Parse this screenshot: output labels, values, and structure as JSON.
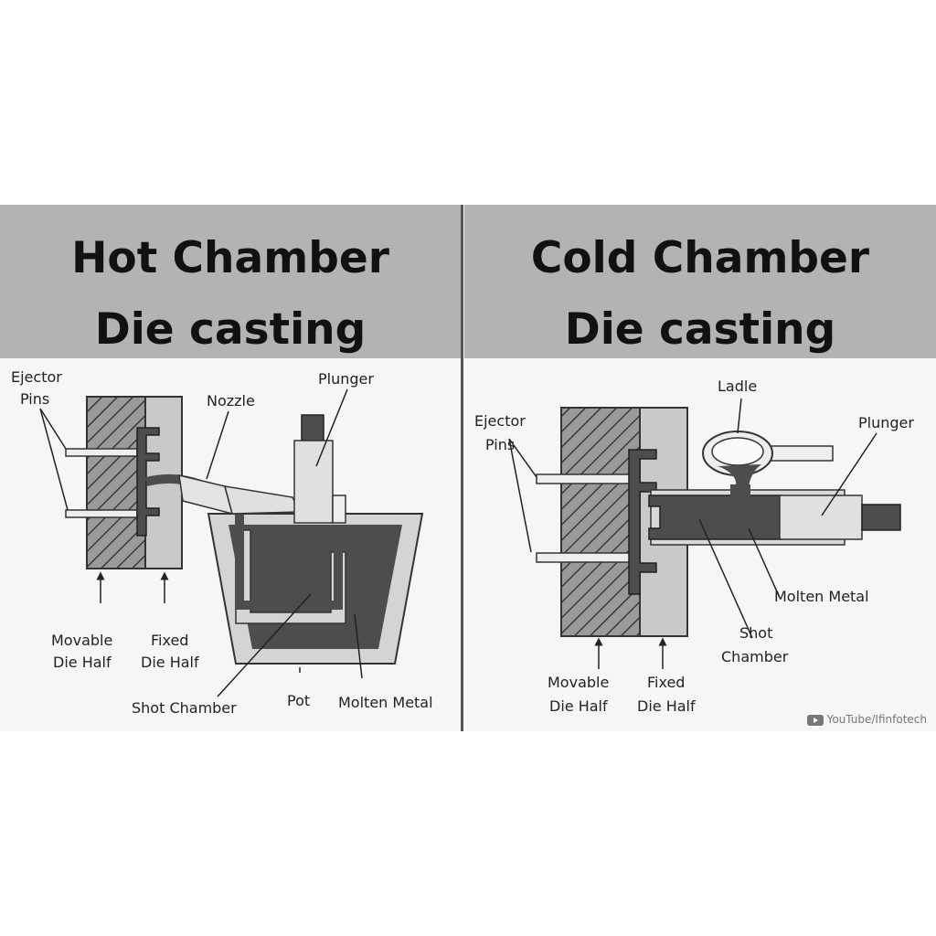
{
  "hot": {
    "title_line1": "Hot Chamber",
    "title_line2": "Die casting",
    "labels": {
      "ejector_1": "Ejector",
      "ejector_2": "Pins",
      "nozzle": "Nozzle",
      "plunger": "Plunger",
      "movable_1": "Movable",
      "movable_2": "Die Half",
      "fixed_1": "Fixed",
      "fixed_2": "Die Half",
      "shot_chamber": "Shot Chamber",
      "pot": "Pot",
      "molten_metal": "Molten Metal"
    }
  },
  "cold": {
    "title_line1": "Cold Chamber",
    "title_line2": "Die casting",
    "labels": {
      "ejector_1": "Ejector",
      "ejector_2": "Pins",
      "ladle": "Ladle",
      "plunger": "Plunger",
      "molten_metal": "Molten Metal",
      "shot_1": "Shot",
      "shot_2": "Chamber",
      "movable_1": "Movable",
      "movable_2": "Die Half",
      "fixed_1": "Fixed",
      "fixed_2": "Die Half"
    }
  },
  "watermark": "YouTube/Ifinfotech",
  "colors": {
    "header_bg": "#b3b3b3",
    "panel_bg": "#f6f6f6",
    "metal": "#4d4d4d",
    "die_fixed": "#c9c9c9",
    "pot": "#d4d4d4"
  }
}
